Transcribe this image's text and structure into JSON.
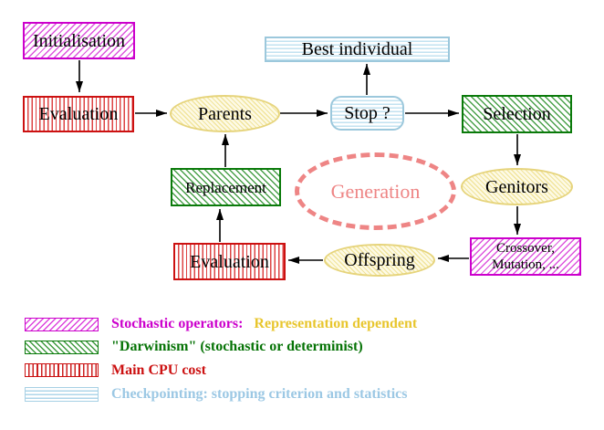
{
  "nodes": {
    "initialisation": {
      "label": "Initialisation"
    },
    "evaluation_top": {
      "label": "Evaluation"
    },
    "parents": {
      "label": "Parents"
    },
    "stop": {
      "label": "Stop ?"
    },
    "best_individual": {
      "label": "Best individual"
    },
    "selection": {
      "label": "Selection"
    },
    "genitors": {
      "label": "Genitors"
    },
    "crossover": {
      "label_line1": "Crossover,",
      "label_line2": "Mutation, ..."
    },
    "offspring": {
      "label": "Offspring"
    },
    "evaluation_bottom": {
      "label": "Evaluation"
    },
    "replacement": {
      "label": "Replacement"
    },
    "generation": {
      "label": "Generation"
    }
  },
  "legend": {
    "stochastic": {
      "label": "Stochastic operators:",
      "label2": "Representation dependent"
    },
    "darwinism": {
      "label": "\"Darwinism\" (stochastic or determinist)"
    },
    "cpu": {
      "label": "Main CPU cost"
    },
    "checkpointing": {
      "label": "Checkpointing: stopping criterion and statistics"
    }
  },
  "colors": {
    "magenta": "#cc00cc",
    "red": "#cc1111",
    "green": "#0a7a0a",
    "light_blue": "#9cc8dc",
    "yellow_border": "#e6d47c",
    "gold_text": "#e8c62e",
    "salmon": "#ee8585"
  }
}
